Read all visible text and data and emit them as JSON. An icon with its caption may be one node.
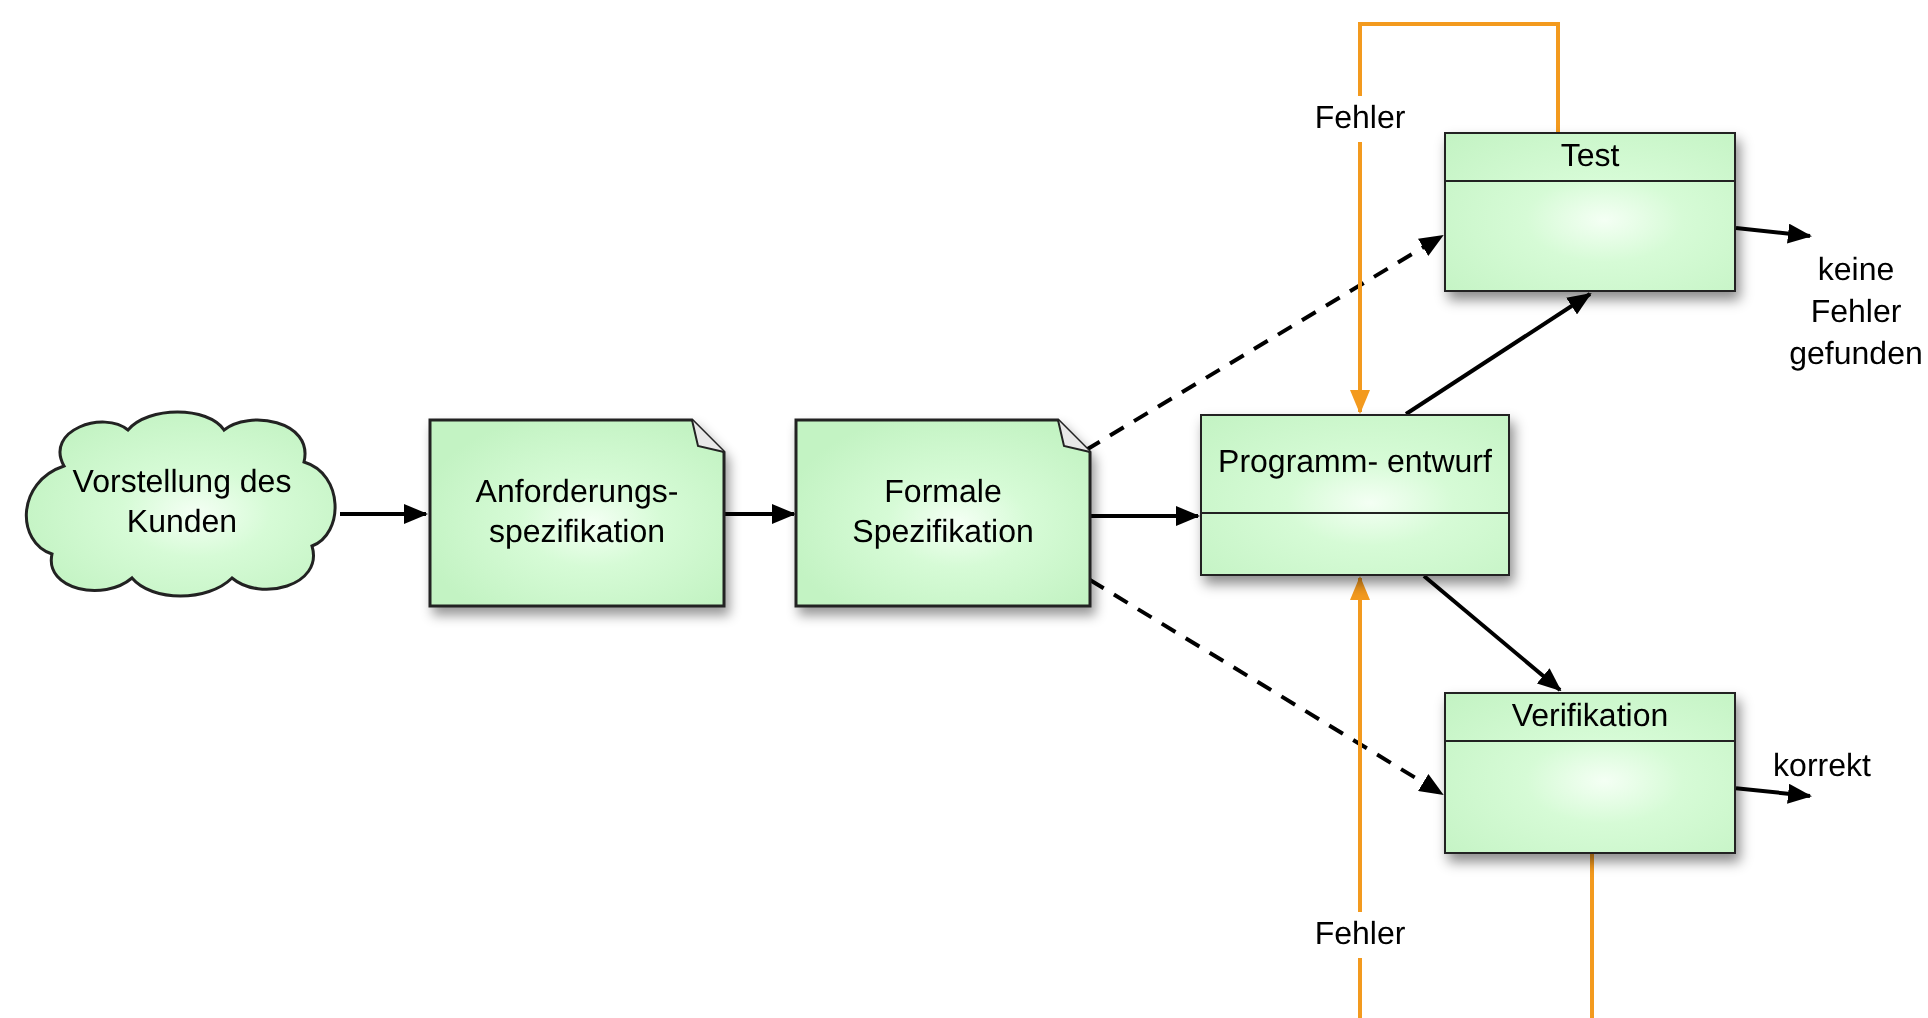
{
  "diagram": {
    "nodes": [
      {
        "text": [
          "Vorstellung des Kunden"
        ]
      },
      {
        "text": [
          "Anforderungs- spezifikation"
        ]
      },
      {
        "text": [
          "Formale Spezifikation"
        ]
      },
      {
        "text": [
          "Programm- entwurf"
        ]
      },
      {
        "text": [
          "Test"
        ]
      },
      {
        "text": [
          "Verifikation"
        ]
      }
    ],
    "edges": [
      {
        "from": 0,
        "to": 1,
        "arrow": "to"
      },
      {
        "from": 1,
        "to": 2,
        "arrow": "to"
      },
      {
        "from": 2,
        "to": 3,
        "arrow": "to"
      },
      {
        "from": 2,
        "to": 4,
        "arrow": "to",
        "style": "dashed"
      },
      {
        "from": 2,
        "to": 5,
        "arrow": "to",
        "style": "dashed"
      },
      {
        "from": 3,
        "to": 4,
        "arrow": "to"
      },
      {
        "from": 3,
        "to": 5,
        "arrow": "to"
      },
      {
        "from": 4,
        "to": null,
        "arrow": "to",
        "label": "keine Fehler gefunden"
      },
      {
        "from": 5,
        "to": null,
        "arrow": "to",
        "label": "korrekt"
      },
      {
        "from": 4,
        "to": 3,
        "arrow": "to",
        "label": "Fehler",
        "color": "#f39a1e"
      },
      {
        "from": 5,
        "to": null,
        "arrow": "none",
        "color": "#f39a1e"
      },
      {
        "from": null,
        "to": 3,
        "arrow": "to",
        "label": "Fehler",
        "color": "#f39a1e"
      }
    ]
  }
}
